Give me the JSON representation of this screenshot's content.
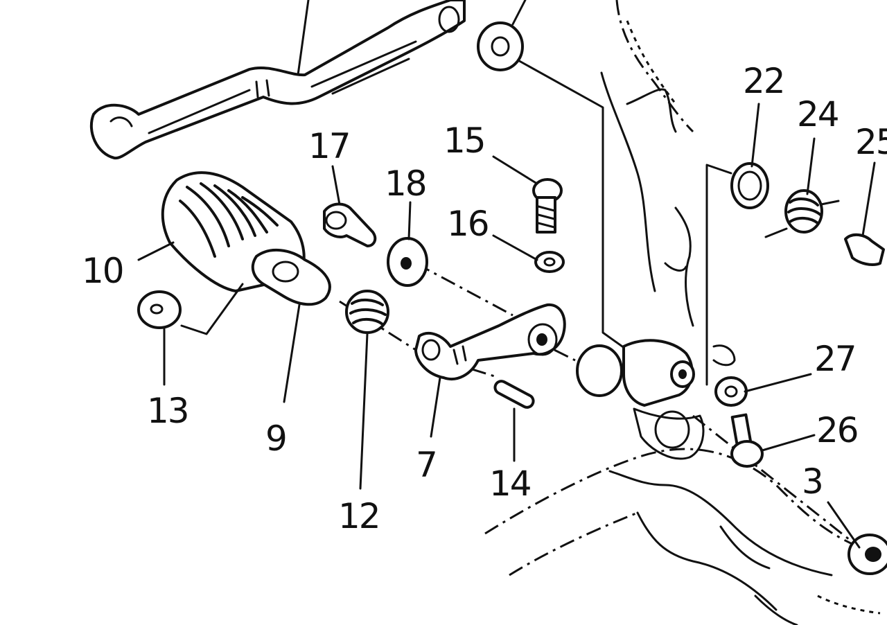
{
  "diagram": {
    "callouts": {
      "c22": "22",
      "c24": "24",
      "c25": "25",
      "c17": "17",
      "c15": "15",
      "c18": "18",
      "c16": "16",
      "c10": "10",
      "c27": "27",
      "c13": "13",
      "c9": "9",
      "c26": "26",
      "c7": "7",
      "c3": "3",
      "c14": "14",
      "c12": "12"
    }
  }
}
